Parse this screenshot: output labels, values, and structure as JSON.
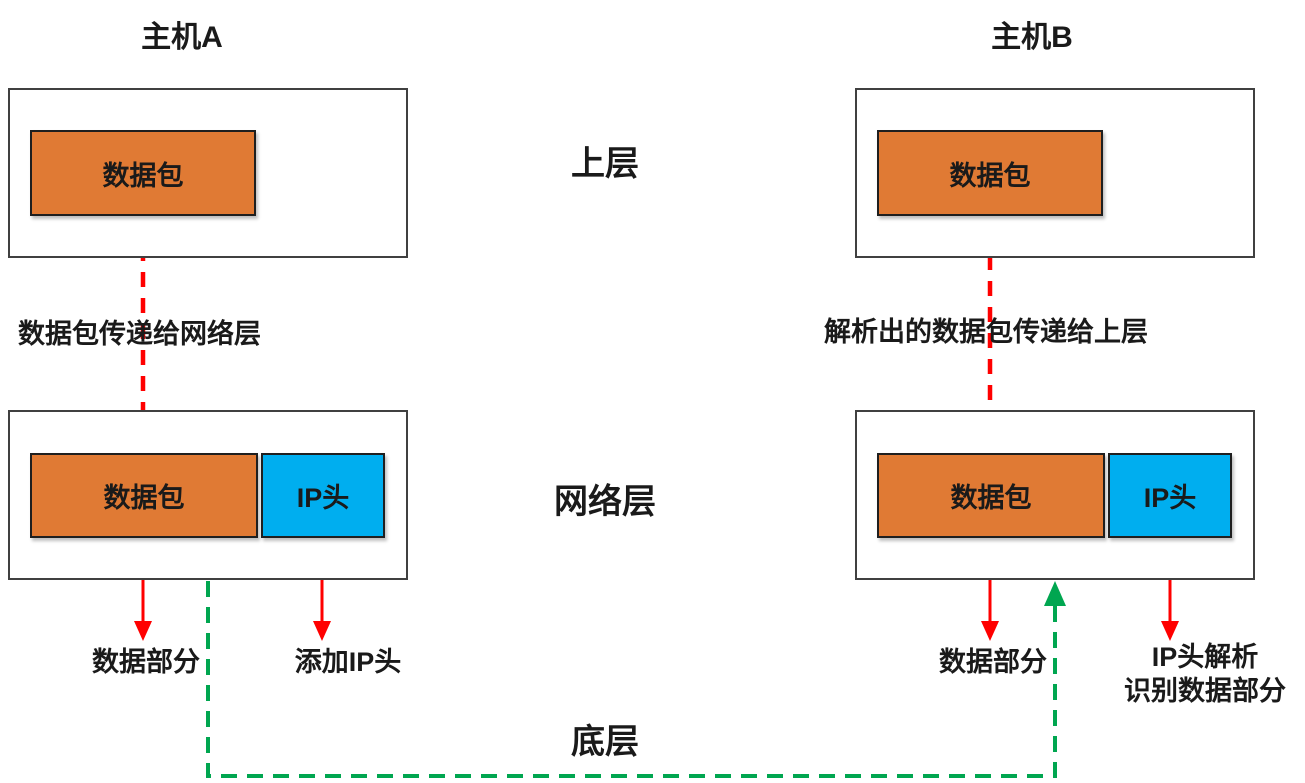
{
  "hosts": {
    "a": {
      "title": "主机A",
      "upper_packet": "数据包",
      "network_packet": "数据包",
      "ip_header": "IP头",
      "transfer_label": "数据包传递给网络层",
      "data_part_label": "数据部分",
      "add_ip_label": "添加IP头"
    },
    "b": {
      "title": "主机B",
      "upper_packet": "数据包",
      "network_packet": "数据包",
      "ip_header": "IP头",
      "transfer_label": "解析出的数据包传递给上层",
      "data_part_label": "数据部分",
      "ip_parse_label_line1": "IP头解析",
      "ip_parse_label_line2": "识别数据部分"
    }
  },
  "layers": {
    "upper": "上层",
    "network": "网络层",
    "bottom": "底层"
  },
  "colors": {
    "packet_fill": "#E07A34",
    "ip_fill": "#00AEEF",
    "arrow_red": "#FF0000",
    "arrow_green": "#00A650",
    "outer_border": "#404040",
    "inner_border": "#1F1F1F",
    "text": "#1A1A1A"
  }
}
